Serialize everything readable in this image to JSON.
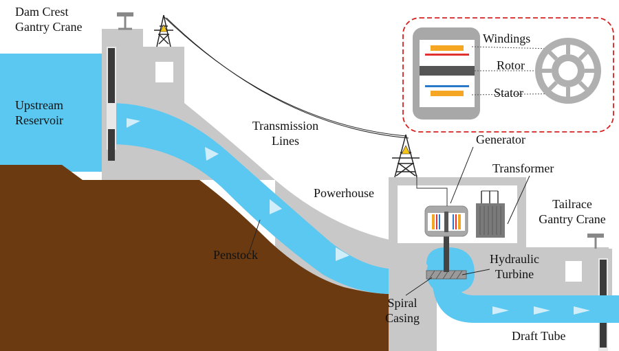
{
  "labels": {
    "dam_crest_crane": [
      "Dam Crest",
      "Gantry Crane"
    ],
    "upstream_reservoir": [
      "Upstream",
      "Reservoir"
    ],
    "transmission_lines": [
      "Transmission",
      "Lines"
    ],
    "windings": "Windings",
    "rotor": "Rotor",
    "stator": "Stator",
    "generator": "Generator",
    "transformer": "Transformer",
    "powerhouse": "Powerhouse",
    "tailrace_crane": [
      "Tailrace",
      "Gantry Crane"
    ],
    "penstock": "Penstock",
    "hydraulic_turbine": [
      "Hydraulic",
      "Turbine"
    ],
    "spiral_casing": [
      "Spiral",
      "Casing"
    ],
    "draft_tube": "Draft Tube"
  },
  "colors": {
    "water": "#5ac8f0",
    "soil": "#6b3a10",
    "concrete": "#c8c8c8",
    "concrete_edge": "#b4b4b4",
    "highlight_border": "#d62020",
    "rotor_dark": "#333333",
    "winding_orange": "#f5a623",
    "winding_red": "#e03030",
    "winding_blue": "#2a78c8"
  }
}
